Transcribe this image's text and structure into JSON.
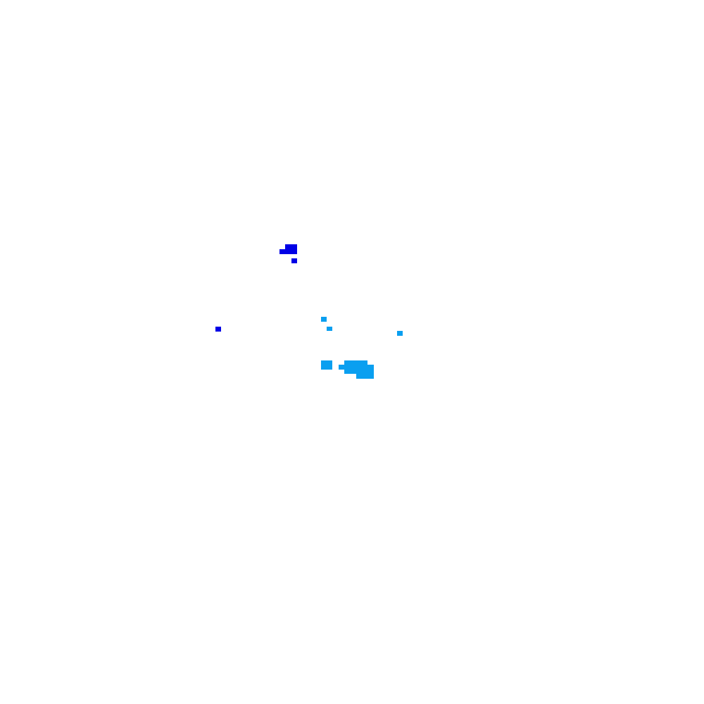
{
  "scene": {
    "background_color": "#ffffff",
    "colors": {
      "deep_blue": "#0000e6",
      "light_blue": "#0a9ff0"
    },
    "marks": [
      {
        "id": "px-a1",
        "color": "deep_blue"
      },
      {
        "id": "px-a2",
        "color": "deep_blue"
      },
      {
        "id": "px-a3",
        "color": "deep_blue"
      },
      {
        "id": "px-a4",
        "color": "deep_blue"
      },
      {
        "id": "px-b1",
        "color": "light_blue"
      },
      {
        "id": "px-b2",
        "color": "light_blue"
      },
      {
        "id": "px-b3",
        "color": "light_blue"
      },
      {
        "id": "px-b4",
        "color": "light_blue"
      },
      {
        "id": "px-b5",
        "color": "light_blue"
      },
      {
        "id": "px-b6",
        "color": "light_blue"
      },
      {
        "id": "px-b7",
        "color": "light_blue"
      },
      {
        "id": "px-b8",
        "color": "light_blue"
      }
    ]
  }
}
